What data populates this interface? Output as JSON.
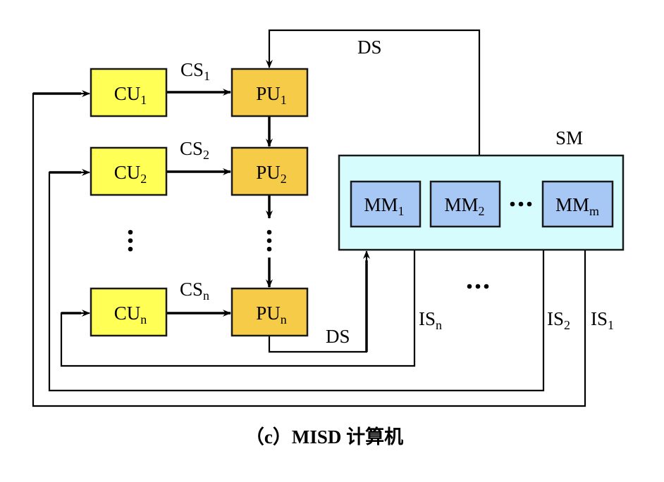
{
  "caption": "（c）MISD 计算机",
  "colors": {
    "cu": "#FFFF55",
    "pu": "#F6CB48",
    "sm": "#D6FCFD",
    "mm": "#A7C8F5",
    "line": "#000000"
  },
  "control_units": [
    {
      "name": "CU",
      "sub": "1"
    },
    {
      "name": "CU",
      "sub": "2"
    },
    {
      "name": "CU",
      "sub": "n"
    }
  ],
  "processing_units": [
    {
      "name": "PU",
      "sub": "1"
    },
    {
      "name": "PU",
      "sub": "2"
    },
    {
      "name": "PU",
      "sub": "n"
    }
  ],
  "control_streams": [
    {
      "name": "CS",
      "sub": "1"
    },
    {
      "name": "CS",
      "sub": "2"
    },
    {
      "name": "CS",
      "sub": "n"
    }
  ],
  "shared_memory": {
    "label": "SM",
    "modules": [
      {
        "name": "MM",
        "sub": "1"
      },
      {
        "name": "MM",
        "sub": "2"
      },
      {
        "name": "MM",
        "sub": "m"
      }
    ]
  },
  "instruction_streams": [
    {
      "name": "IS",
      "sub": "n"
    },
    {
      "name": "IS",
      "sub": "2"
    },
    {
      "name": "IS",
      "sub": "1"
    }
  ],
  "data_stream_top": "DS",
  "data_stream_bottom": "DS",
  "ellipsis": "…"
}
